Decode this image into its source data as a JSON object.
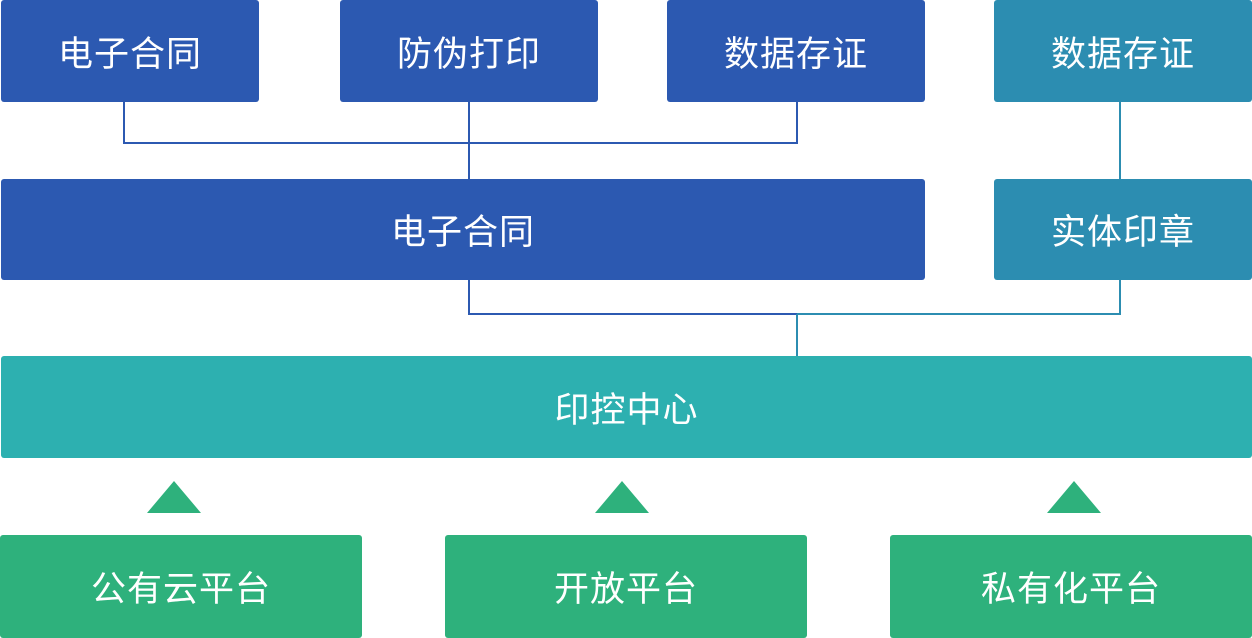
{
  "top_row": {
    "electronic_contract": "电子合同",
    "anti_counterfeit_print": "防伪打印",
    "data_evidence_left": "数据存证",
    "data_evidence_right": "数据存证"
  },
  "middle_row": {
    "electronic_contract": "电子合同",
    "physical_seal": "实体印章"
  },
  "center": {
    "seal_control_center": "印控中心"
  },
  "bottom_row": {
    "public_cloud": "公有云平台",
    "open_platform": "开放平台",
    "private_platform": "私有化平台"
  },
  "colors": {
    "dark_blue": "#2c59b1",
    "steel_blue": "#2c8db1",
    "teal": "#2db0b0",
    "green": "#2eb17c",
    "connector": "#2c59b1"
  }
}
